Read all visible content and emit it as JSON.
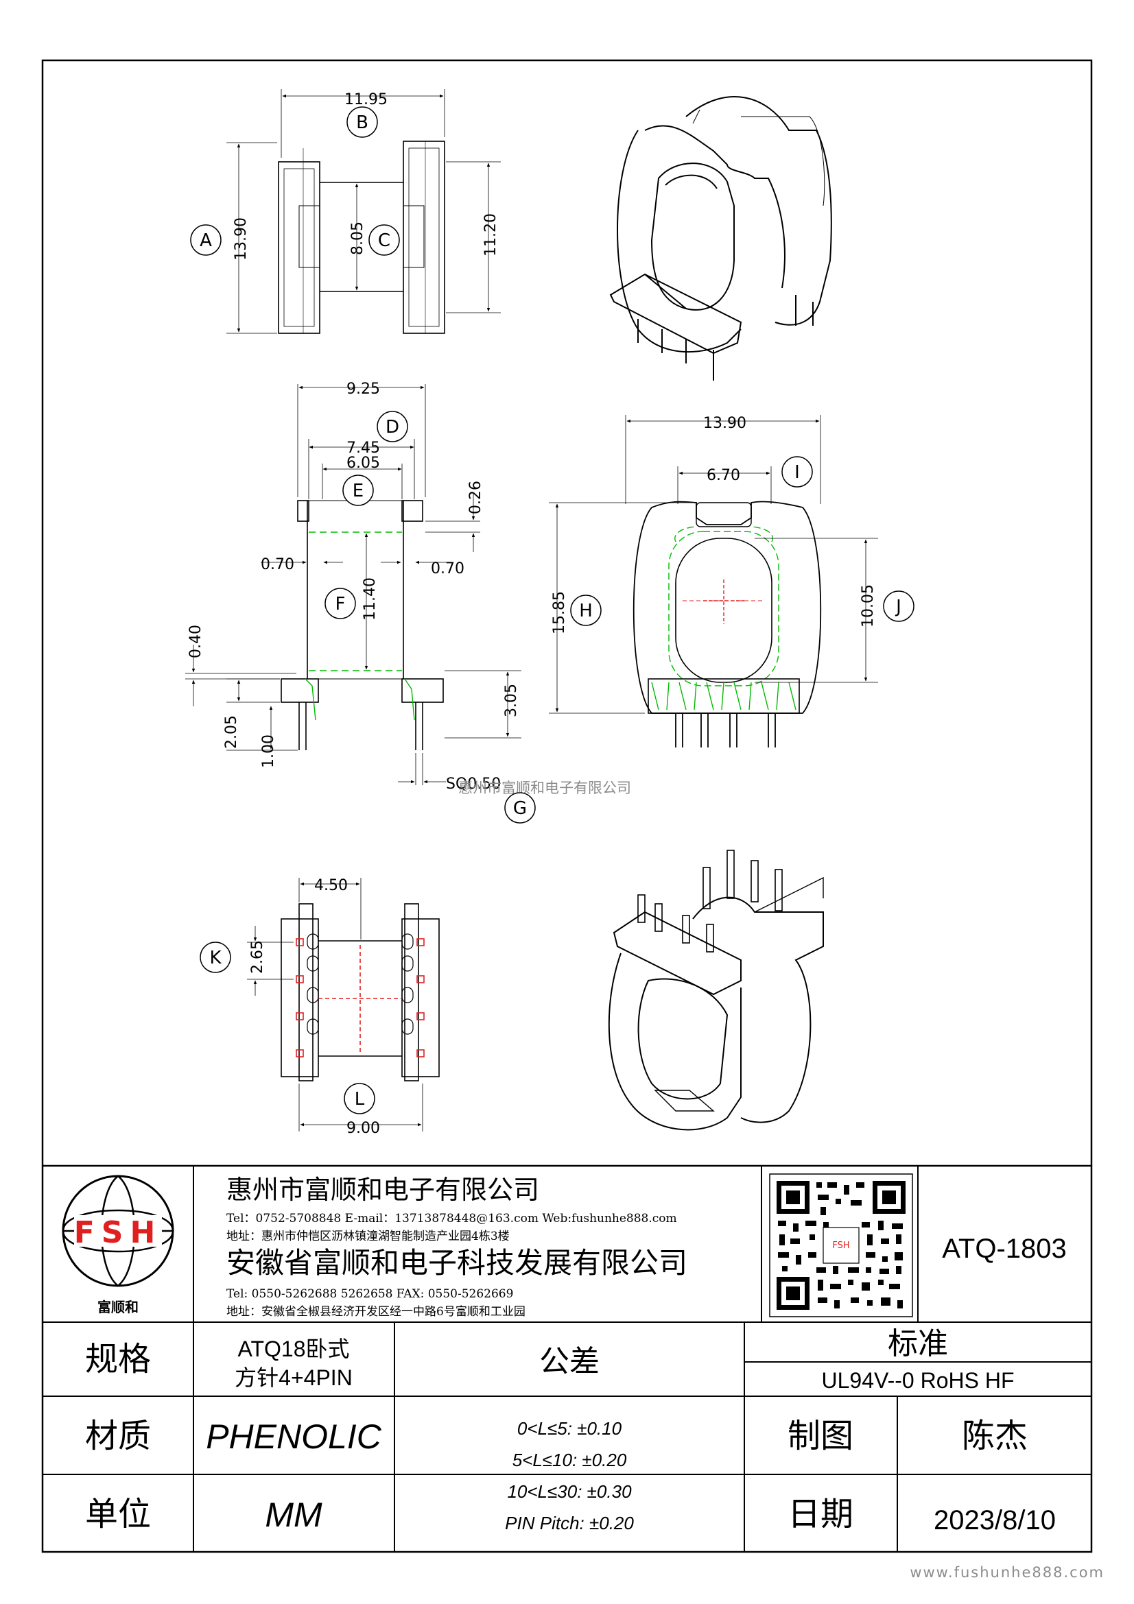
{
  "watermark": "惠州市富顺和电子有限公司",
  "footer_url": "www.fushunhe888.com",
  "dims": {
    "B": "B",
    "B_val": "11.95",
    "A": "A",
    "A_val": "13.90",
    "C": "C",
    "C_val": "8.05",
    "C2_val": "11.20",
    "D": "D",
    "D_val": "9.25",
    "E": "E",
    "E_val1": "7.45",
    "E_val2": "6.05",
    "t026": "0.26",
    "t070a": "0.70",
    "t070b": "0.70",
    "F": "F",
    "F_val": "11.40",
    "t040": "0.40",
    "t205": "2.05",
    "t100": "1.00",
    "t305": "3.05",
    "sq": "SQ0.50",
    "G": "G",
    "top_w": "13.90",
    "I": "I",
    "I_val": "6.70",
    "H": "H",
    "H_val": "15.85",
    "J": "J",
    "J_val": "10.05",
    "K": "K",
    "K_val": "2.65",
    "t450": "4.50",
    "L": "L",
    "L_val": "9.00"
  },
  "logo": {
    "letters": "FSH",
    "caption": "富顺和",
    "accent": "#e02020"
  },
  "company": {
    "name1": "惠州市富顺和电子有限公司",
    "contact1": "Tel：0752-5708848  E-mail：13713878448@163.com  Web:fushunhe888.com",
    "addr1": "地址：惠州市仲恺区沥林镇潼湖智能制造产业园4栋3楼",
    "name2": "安徽省富顺和电子科技发展有限公司",
    "contact2": "Tel:   0550-5262688  5262658        FAX:  0550-5262669",
    "addr2": "地址：安徽省全椒县经济开发区经一中路6号富顺和工业园"
  },
  "part_no": "ATQ-1803",
  "table": {
    "spec_label": "规格",
    "spec_val1": "ATQ18卧式",
    "spec_val2": "方针4+4PIN",
    "tol_label": "公差",
    "std_label": "标准",
    "std_val": "UL94V--0  RoHS HF",
    "mat_label": "材质",
    "mat_val": "PHENOLIC",
    "tol1": "0<L≤5: ±0.10",
    "tol2": "5<L≤10: ±0.20",
    "tol3": "10<L≤30: ±0.30",
    "tol4": "PIN Pitch: ±0.20",
    "draw_label": "制图",
    "draw_val": "陈杰",
    "unit_label": "单位",
    "unit_val": "MM",
    "date_label": "日期",
    "date_val": "2023/8/10"
  }
}
